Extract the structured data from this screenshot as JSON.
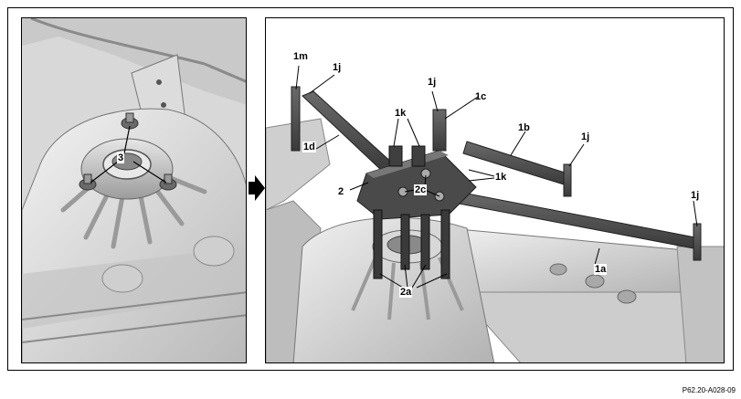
{
  "left_panel": {
    "callouts": {
      "label_3": "3"
    }
  },
  "right_panel": {
    "callouts": {
      "label_1m": "1m",
      "label_1j_a": "1j",
      "label_1j_b": "1j",
      "label_1j_c": "1j",
      "label_1j_d": "1j",
      "label_1k_a": "1k",
      "label_1k_b": "1k",
      "label_1c": "1c",
      "label_1b": "1b",
      "label_1d": "1d",
      "label_2": "2",
      "label_2c": "2c",
      "label_1a": "1a",
      "label_2a": "2a"
    }
  },
  "transition_arrow": {
    "icon": "arrow-right-icon"
  },
  "figure_reference": "P62.20-A028-09"
}
